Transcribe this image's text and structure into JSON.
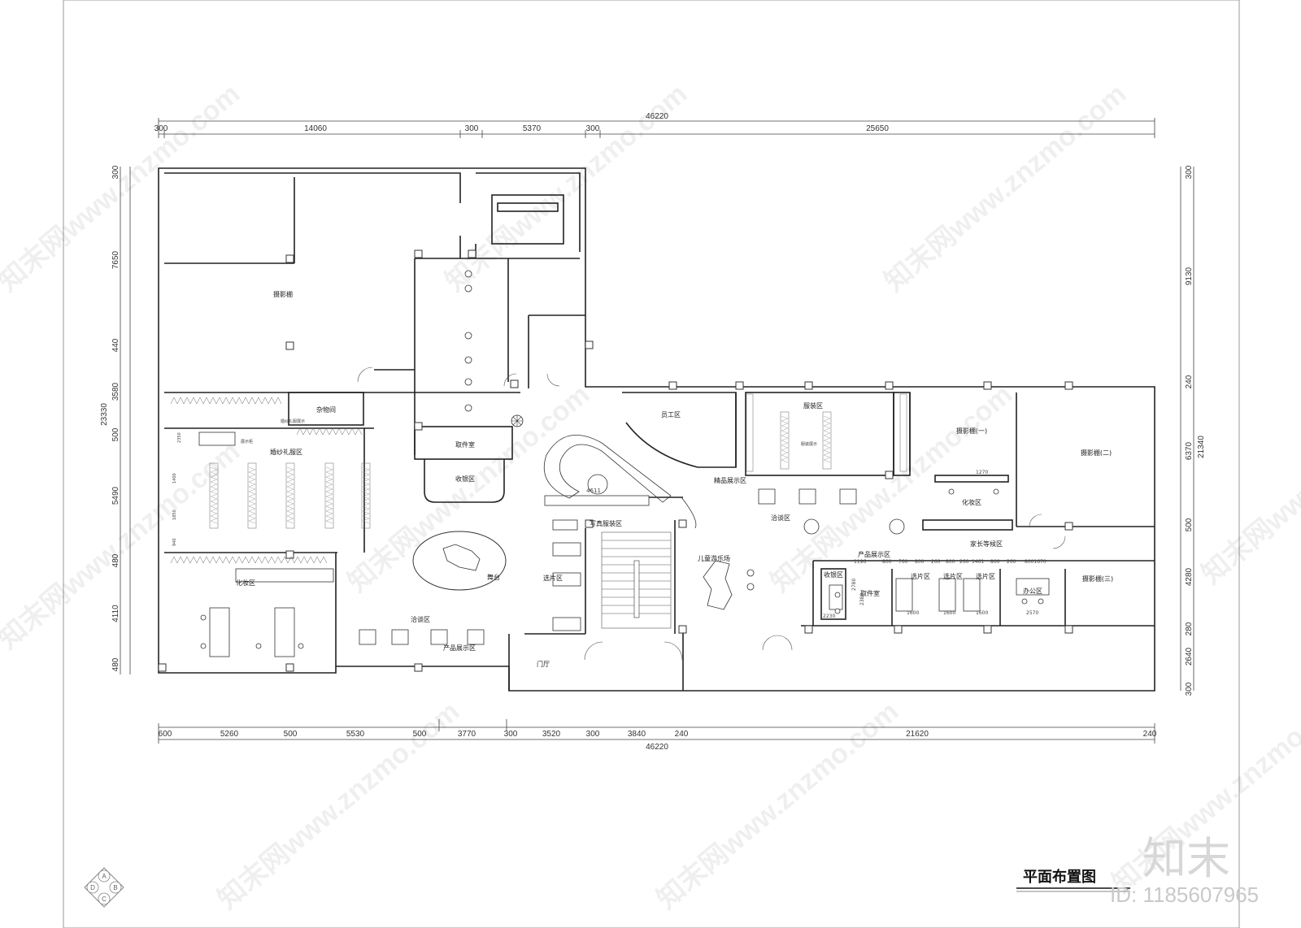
{
  "drawing": {
    "title": "平面布置图",
    "brand": "知末",
    "id_label": "ID: 1185607965",
    "watermark": "知末网www.znzmo.com",
    "compass_letters": [
      "A",
      "B",
      "C",
      "D"
    ]
  },
  "top_dims": {
    "total": "46220",
    "segments": [
      "300",
      "14060",
      "300",
      "5370",
      "300",
      "25650"
    ]
  },
  "bottom_dims": {
    "total": "46220",
    "segments": [
      "600",
      "5260",
      "500",
      "5530",
      "500",
      "3770",
      "300",
      "3520",
      "300",
      "3840",
      "240",
      "21620",
      "240"
    ]
  },
  "left_dims": {
    "total": "23330",
    "segments": [
      "300",
      "7650",
      "440",
      "3580",
      "500",
      "5490",
      "480",
      "4110",
      "480"
    ]
  },
  "right_dims": {
    "total": "21340",
    "segments": [
      "300",
      "9130",
      "240",
      "6370",
      "500",
      "4280",
      "280",
      "2640",
      "300"
    ]
  },
  "rooms": {
    "studio_tl": "摄影棚",
    "storage": "杂物间",
    "wedding": "婚纱礼服区",
    "makeup_left": "化妆区",
    "lounge_left": "洽谈区",
    "display_left": "产品展示区",
    "pickup": "取件室",
    "cashier": "收银区",
    "photo_costume": "写真服装区",
    "stage": "舞台",
    "select_left": "选片区",
    "entrance": "门厅",
    "staff": "员工区",
    "costume": "服装区",
    "jewelry_display": "精品展示区",
    "lounge_mid": "洽谈区",
    "kids_play": "儿童游乐场",
    "studio_1": "摄影棚(一)",
    "studio_2": "摄影棚(二)",
    "studio_3": "摄影棚(三)",
    "makeup_right": "化妆区",
    "parents_wait": "家长等候区",
    "display_right": "产品展示区",
    "cashier_right": "收银区",
    "pickup_right": "取件室",
    "select_r1": "选片区",
    "select_r2": "选片区",
    "select_r3": "选片区",
    "office": "办公区"
  },
  "small_labels": {
    "wedding_rack": "婚纱礼服展示",
    "rack_left": "展示柜",
    "costume_rack": "服装展示",
    "dim_4611": "4611",
    "dim_2350": "2350",
    "dim_1400": "1400",
    "dim_1850": "1850",
    "dim_940": "940",
    "dim_1196": "1196",
    "dim_800a": "800",
    "dim_760": "760",
    "dim_800b": "800",
    "dim_260a": "260",
    "dim_800c": "800",
    "dim_260b": "260",
    "dim_1461": "1461",
    "dim_800d": "800",
    "dim_260c": "260",
    "dim_800_1670": "8001670",
    "dim_1600a": "1600",
    "dim_1600b": "1600",
    "dim_1600c": "1600",
    "dim_2570": "2570",
    "dim_2230": "2230",
    "dim_2380": "2380",
    "dim_2780": "2780",
    "dim_1270": "1270"
  }
}
